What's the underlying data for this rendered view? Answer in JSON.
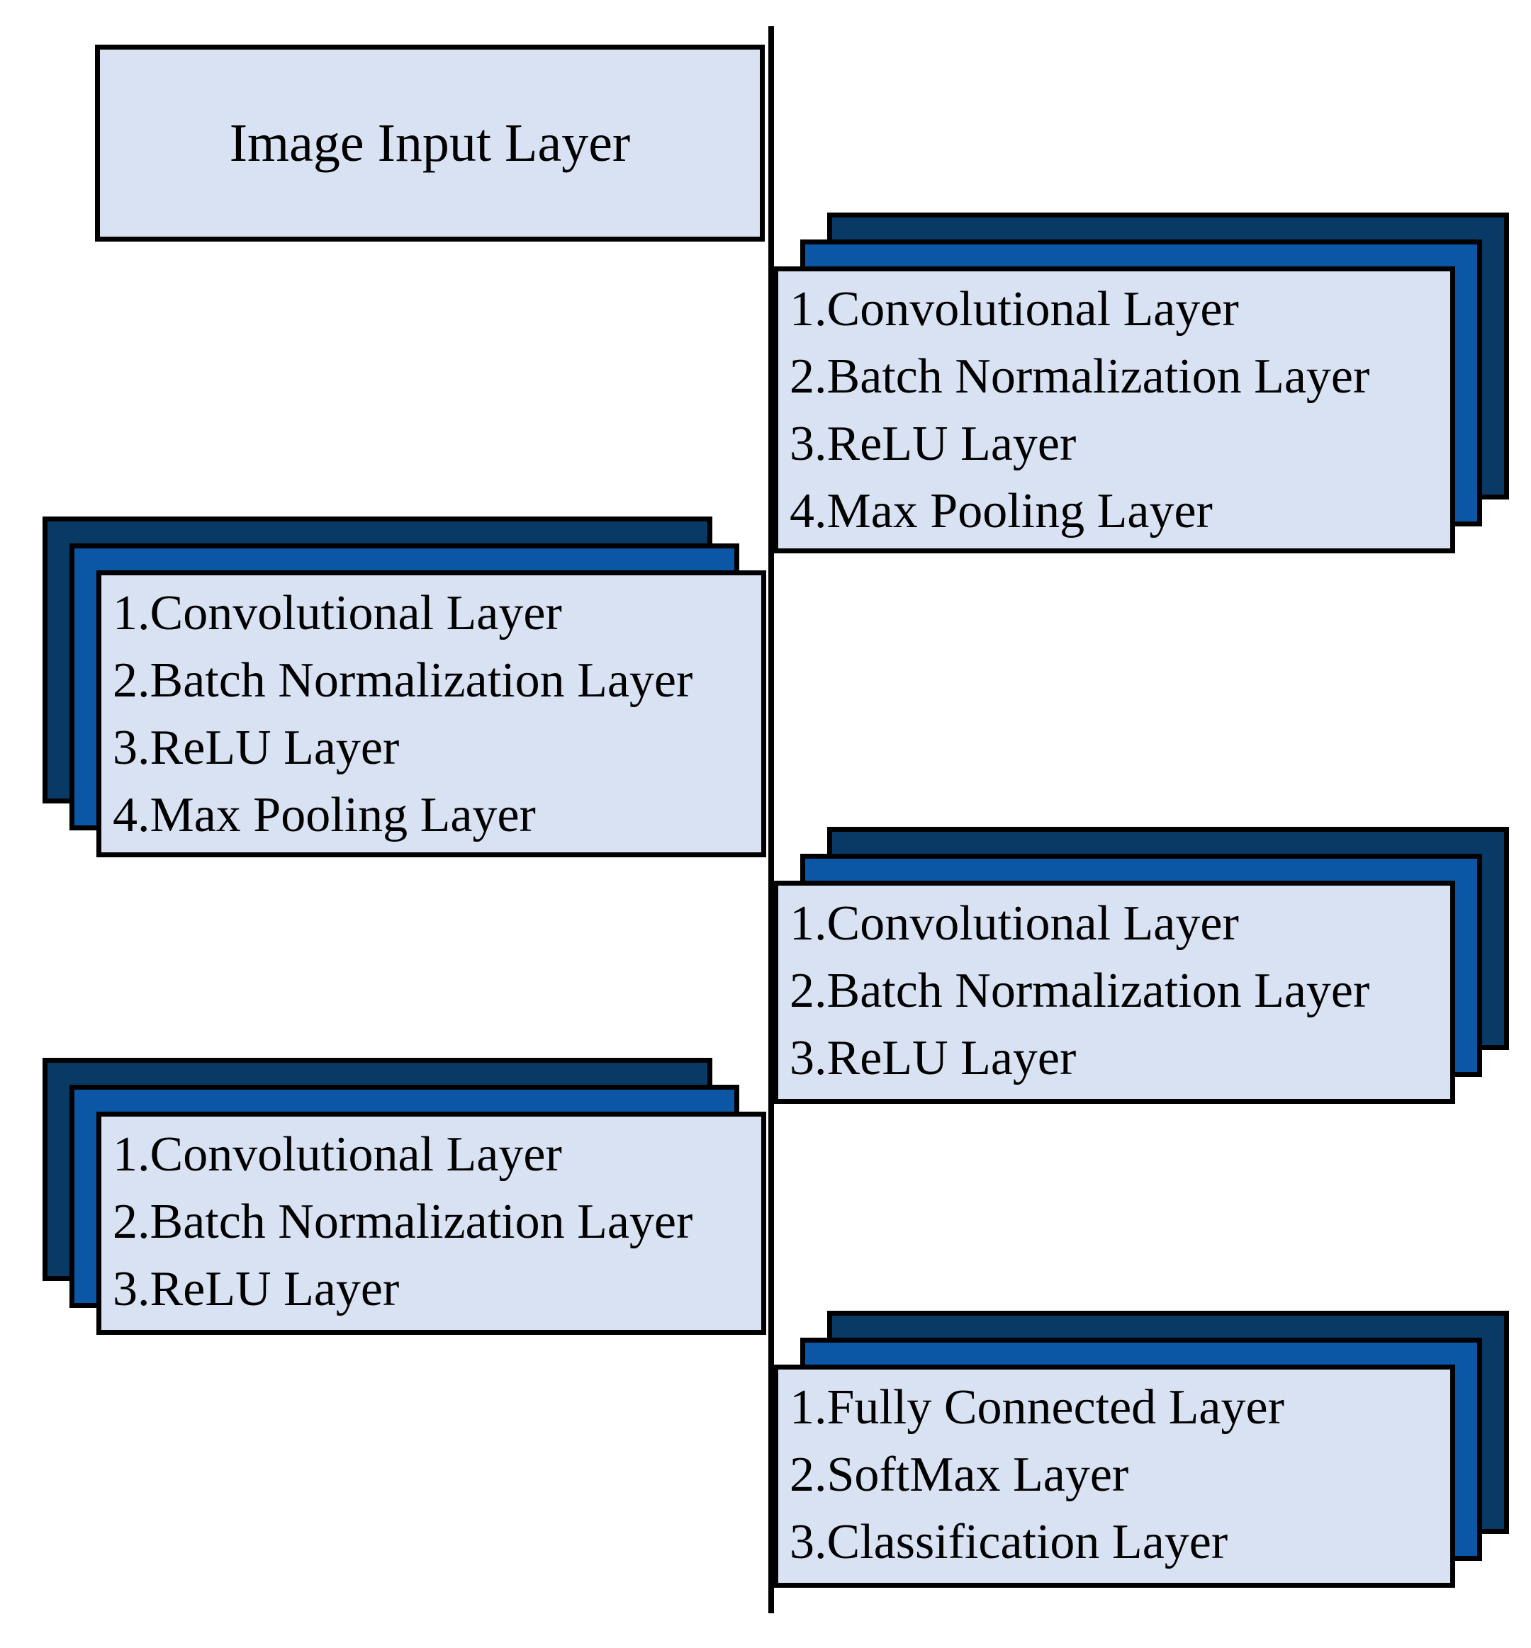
{
  "diagram": {
    "title_hint": "CNN architecture layer diagram",
    "colors": {
      "back_layer": "#093a66",
      "middle_layer": "#0b57a6",
      "front_layer": "#d9e2f3",
      "outline": "#000000"
    },
    "input_box": {
      "label": "Image Input Layer"
    },
    "stacks": [
      {
        "name": "conv-block-1",
        "side": "right",
        "lines": [
          "1.Convolutional Layer",
          "2.Batch Normalization Layer",
          "3.ReLU Layer",
          "4.Max Pooling Layer"
        ]
      },
      {
        "name": "conv-block-2",
        "side": "left",
        "lines": [
          "1.Convolutional Layer",
          "2.Batch Normalization Layer",
          "3.ReLU Layer",
          "4.Max Pooling Layer"
        ]
      },
      {
        "name": "conv-block-3",
        "side": "right",
        "lines": [
          "1.Convolutional Layer",
          "2.Batch Normalization Layer",
          "3.ReLU Layer"
        ]
      },
      {
        "name": "conv-block-4",
        "side": "left",
        "lines": [
          "1.Convolutional Layer",
          "2.Batch Normalization Layer",
          "3.ReLU Layer"
        ]
      },
      {
        "name": "output-block",
        "side": "right",
        "lines": [
          "1.Fully Connected Layer",
          "2.SoftMax Layer",
          "3.Classification Layer"
        ]
      }
    ]
  }
}
